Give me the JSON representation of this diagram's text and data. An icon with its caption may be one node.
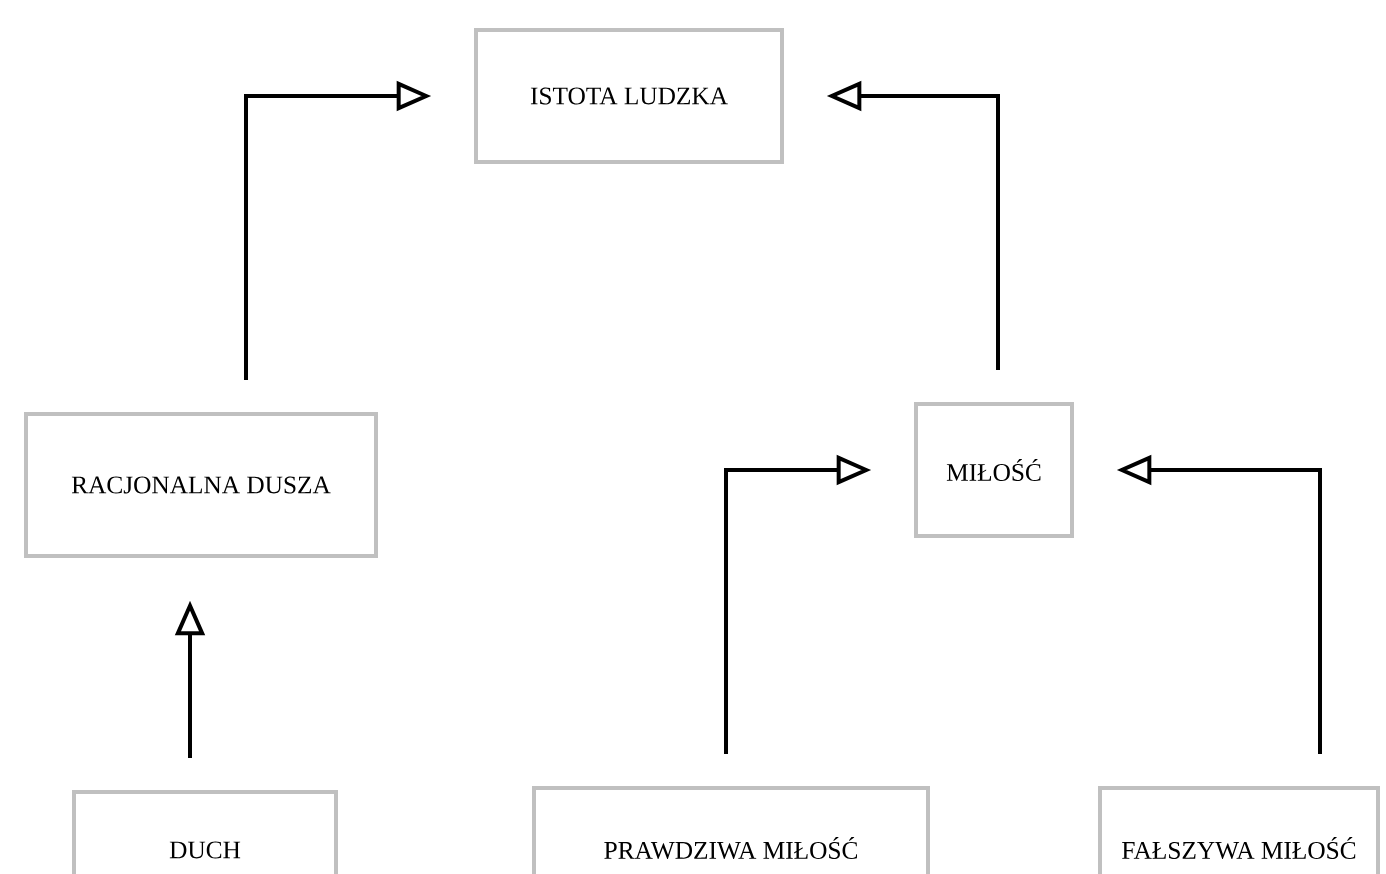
{
  "diagram": {
    "nodes": [
      {
        "text": [
          "ISTOTA LUDZKA"
        ]
      },
      {
        "text": [
          "RACJONALNA DUSZA"
        ]
      },
      {
        "text": [
          "MIŁOŚĆ"
        ]
      },
      {
        "text": [
          "DUCH"
        ]
      },
      {
        "text": [
          "PRAWDZIWA MIŁOŚĆ"
        ]
      },
      {
        "text": [
          "FAŁSZYWA MIŁOŚĆ"
        ]
      }
    ],
    "edges": [
      {
        "from": 1,
        "to": 0,
        "arrow": "to"
      },
      {
        "from": 2,
        "to": 0,
        "arrow": "to"
      },
      {
        "from": 3,
        "to": 1,
        "arrow": "to"
      },
      {
        "from": 4,
        "to": 2,
        "arrow": "to"
      },
      {
        "from": 5,
        "to": 2,
        "arrow": "to"
      }
    ]
  }
}
